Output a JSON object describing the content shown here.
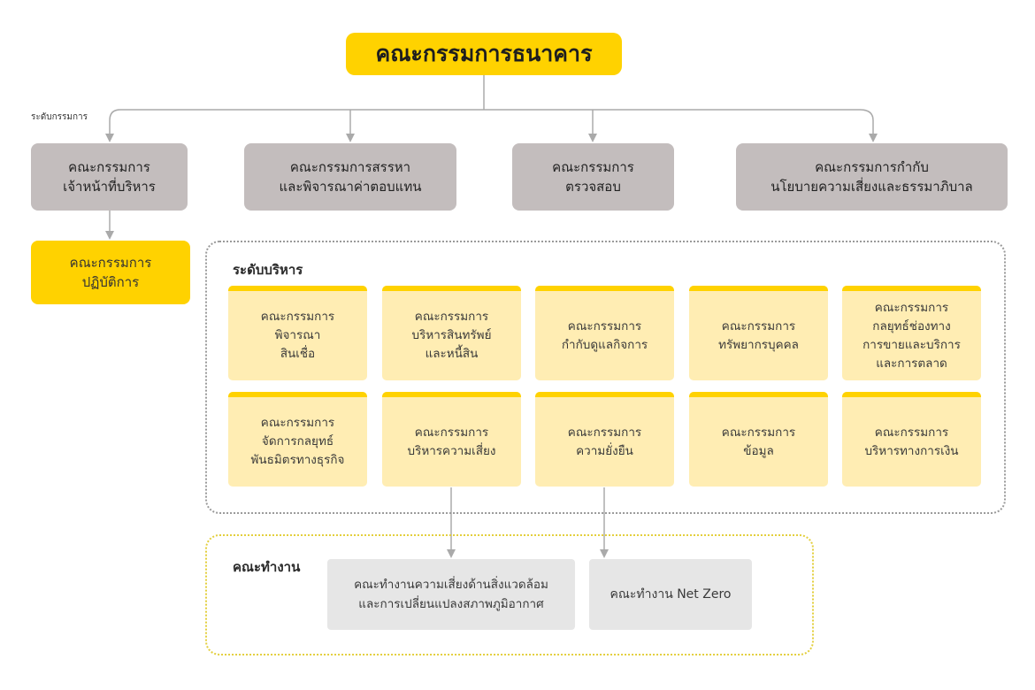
{
  "board": {
    "label": "คณะกรรมการธนาคาร"
  },
  "board_level": {
    "label": "ระดับกรรมการ",
    "committees": [
      {
        "label": "คณะกรรมการ\nเจ้าหน้าที่บริหาร"
      },
      {
        "label": "คณะกรรมการสรรหา\nและพิจารณาค่าตอบแทน"
      },
      {
        "label": "คณะกรรมการ\nตรวจสอบ"
      },
      {
        "label": "คณะกรรมการกำกับ\nนโยบายความเสี่ยงและธรรมาภิบาล"
      }
    ]
  },
  "operations_committee": {
    "label": "คณะกรรมการ\nปฏิบัติการ"
  },
  "management_level": {
    "label": "ระดับบริหาร",
    "committees": [
      {
        "label": "คณะกรรมการ\nพิจารณา\nสินเชื่อ"
      },
      {
        "label": "คณะกรรมการ\nบริหารสินทรัพย์\nและหนี้สิน"
      },
      {
        "label": "คณะกรรมการ\nกำกับดูแลกิจการ"
      },
      {
        "label": "คณะกรรมการ\nทรัพยากรบุคคล"
      },
      {
        "label": "คณะกรรมการ\nกลยุทธ์ช่องทาง\nการขายและบริการ\nและการตลาด"
      },
      {
        "label": "คณะกรรมการ\nจัดการกลยุทธ์\nพันธมิตรทางธุรกิจ"
      },
      {
        "label": "คณะกรรมการ\nบริหารความเสี่ยง"
      },
      {
        "label": "คณะกรรมการ\nความยั่งยืน"
      },
      {
        "label": "คณะกรรมการ\nข้อมูล"
      },
      {
        "label": "คณะกรรมการ\nบริหารทางการเงิน"
      }
    ]
  },
  "working_groups": {
    "label": "คณะทำงาน",
    "items": [
      {
        "label": "คณะทำงานความเสี่ยงด้านสิ่งแวดล้อม\nและการเปลี่ยนแปลงสภาพภูมิอากาศ"
      },
      {
        "label": "คณะทำงาน Net Zero"
      }
    ]
  },
  "colors": {
    "accent_yellow": "#FFD200",
    "card_yellow": "#FFEDB3",
    "board_committee_grey": "#C3BDBD",
    "working_group_grey": "#E6E6E6",
    "connector_grey": "#AAAAAA"
  }
}
